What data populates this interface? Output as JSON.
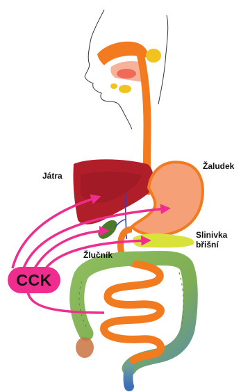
{
  "labels": {
    "liver": "Játra",
    "stomach": "Žaludek",
    "pancreas_line1": "Slinivka",
    "pancreas_line2": "břišní",
    "gallbladder": "Žlučník",
    "hormone": "CCK"
  },
  "colors": {
    "hormone_pink": "#ee2d8e",
    "esophagus_orange": "#f27a1f",
    "liver_red": "#b01e2a",
    "stomach_peach": "#f5a077",
    "pancreas_yellow": "#d9e23a",
    "gallbladder_green": "#4d7a2a",
    "colon_green": "#86b55a",
    "salivary_gland_yellow": "#f2c21e",
    "bile_duct_blue": "#2b3fc7"
  }
}
